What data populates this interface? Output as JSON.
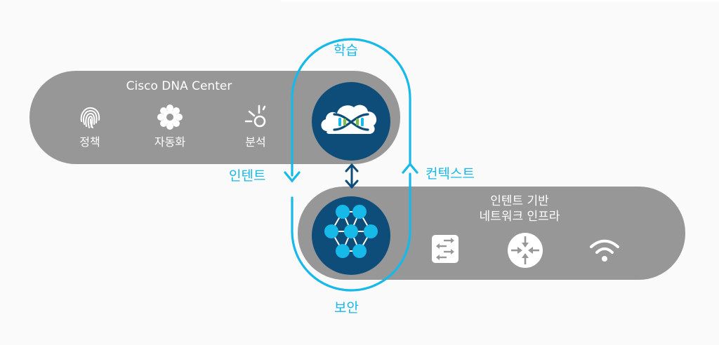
{
  "diagram": {
    "controller": {
      "title": "Cisco DNA Center",
      "tools": [
        {
          "label": "정책",
          "icon": "fingerprint-icon"
        },
        {
          "label": "자동화",
          "icon": "gear-icon"
        },
        {
          "label": "분석",
          "icon": "analytics-light-icon"
        }
      ],
      "hub_icon": "cloud-dna-icon"
    },
    "infrastructure": {
      "title_line1": "인텐트 기반",
      "title_line2": "네트워크 인프라",
      "hub_icon": "network-mesh-icon",
      "devices": [
        {
          "icon": "switch-icon"
        },
        {
          "icon": "router-icon"
        },
        {
          "icon": "wifi-icon"
        }
      ]
    },
    "loop_labels": {
      "top": "학습",
      "left": "인텐트",
      "right": "컨텍스트",
      "bottom": "보안"
    },
    "colors": {
      "cyan": "#16b9e8",
      "navy": "#0e4d79",
      "pill_gray": "#979798",
      "dna_green": "#7ac143"
    }
  }
}
